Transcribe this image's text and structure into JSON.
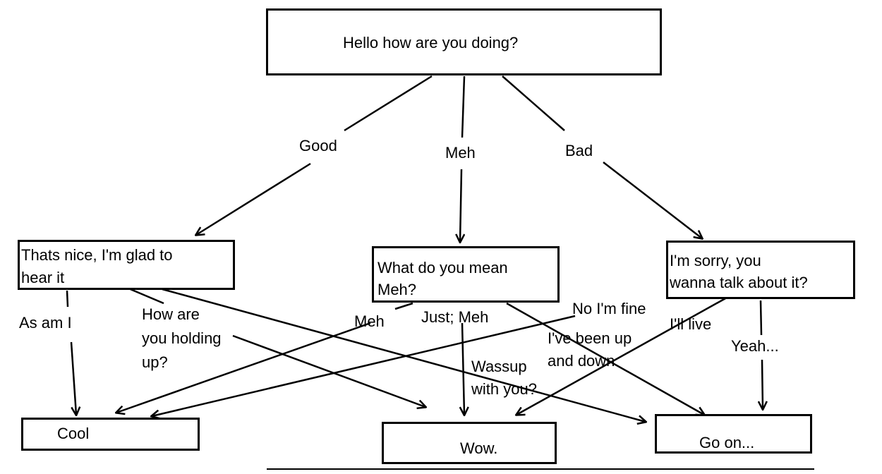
{
  "nodes": {
    "root": "Hello how are you doing?",
    "good_reply": [
      "Thats nice, I'm glad to",
      "hear it"
    ],
    "meh_reply": [
      "What do you mean",
      "Meh?"
    ],
    "bad_reply": [
      "I'm sorry, you",
      "wanna talk about it?"
    ],
    "cool": "Cool",
    "wow": "Wow.",
    "go_on": "Go on..."
  },
  "edges": {
    "good": "Good",
    "meh": "Meh",
    "bad": "Bad",
    "as_am_i": "As am I",
    "how_are_you_holding_up": [
      "How are",
      "you holding",
      "up?"
    ],
    "meh_again": "Meh",
    "just_meh": "Just; Meh",
    "wassup_with_you": [
      "Wassup",
      "with you?"
    ],
    "no_im_fine": "No I'm fine",
    "ive_been_up_and_down": [
      "I've been up",
      "and down"
    ],
    "ill_live": "I'll live",
    "yeah": "Yeah..."
  }
}
